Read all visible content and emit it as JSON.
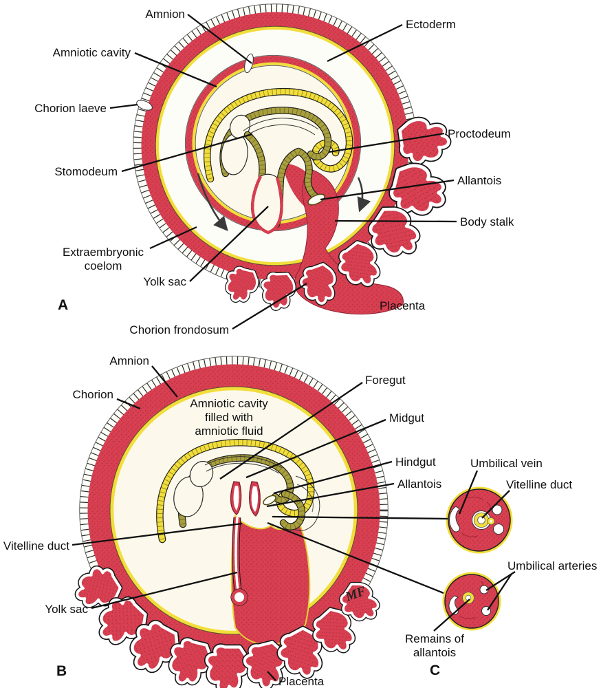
{
  "figure": {
    "panel_a": {
      "letter": "A",
      "labels": {
        "amnion": "Amnion",
        "ectoderm": "Ectoderm",
        "amniotic_cavity": "Amniotic cavity",
        "chorion_laeve": "Chorion laeve",
        "proctodeum": "Proctodeum",
        "stomodeum": "Stomodeum",
        "allantois": "Allantois",
        "body_stalk": "Body stalk",
        "extraembryonic_coelom": [
          "Extraembryonic",
          "coelom"
        ],
        "yolk_sac": "Yolk sac",
        "chorion_frondosum": "Chorion frondosum",
        "placenta": "Placenta"
      }
    },
    "panel_b": {
      "letter": "B",
      "labels": {
        "amnion": "Amnion",
        "chorion": "Chorion",
        "amniotic_cavity_note": [
          "Amniotic cavity",
          "filled with",
          "amniotic fluid"
        ],
        "foregut": "Foregut",
        "midgut": "Midgut",
        "hindgut": "Hindgut",
        "allantois": "Allantois",
        "vitelline_duct": "Vitelline duct",
        "yolk_sac": "Yolk sac",
        "placenta": "Placenta"
      },
      "signature": "MF"
    },
    "panel_c": {
      "letter": "C",
      "labels": {
        "umbilical_vein": "Umbilical vein",
        "vitelline_duct": "Vitelline duct",
        "umbilical_arteries": "Umbilical arteries",
        "remains_of_allantois": [
          "Remains of",
          "allantois"
        ]
      }
    },
    "colors": {
      "red": "#d84052",
      "red_dark": "#b7303f",
      "yellow": "#f2de3b",
      "olive": "#a89f3e",
      "cream": "#fcf9ec",
      "ink": "#101010"
    }
  }
}
